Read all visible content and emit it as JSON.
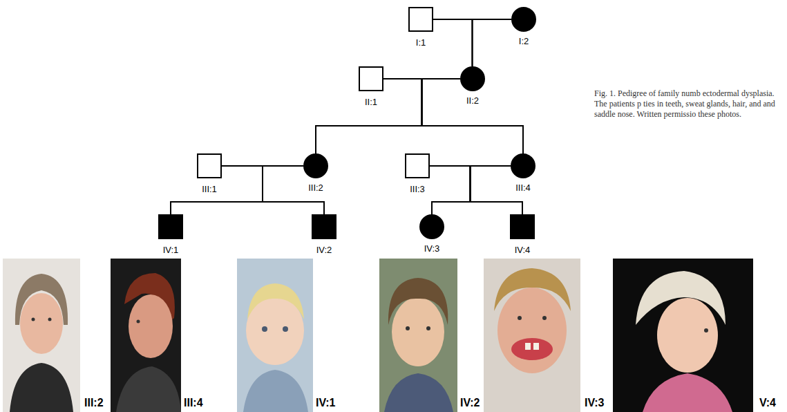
{
  "diagram": {
    "caption": "Fig. 1. Pedigree of family numb ectodermal dysplasia. The patients p ties in teeth, sweat glands, hair, and and saddle nose. Written permissio these photos.",
    "nodes": [
      {
        "text": [
          "I:1"
        ]
      },
      {
        "text": [
          "I:2"
        ]
      },
      {
        "text": [
          "II:1"
        ]
      },
      {
        "text": [
          "II:2"
        ]
      },
      {
        "text": [
          "III:1"
        ]
      },
      {
        "text": [
          "III:2"
        ]
      },
      {
        "text": [
          "III:3"
        ]
      },
      {
        "text": [
          "III:4"
        ]
      },
      {
        "text": [
          "IV:1"
        ]
      },
      {
        "text": [
          "IV:2"
        ]
      },
      {
        "text": [
          "IV:3"
        ]
      },
      {
        "text": [
          "IV:4"
        ]
      }
    ],
    "edges": [
      {
        "from": 0,
        "to": 1,
        "arrow": "none"
      },
      {
        "from": 0,
        "to": 3,
        "arrow": "none"
      },
      {
        "from": 1,
        "to": 3,
        "arrow": "none"
      },
      {
        "from": 2,
        "to": 3,
        "arrow": "none"
      },
      {
        "from": 2,
        "to": 5,
        "arrow": "none"
      },
      {
        "from": 3,
        "to": 5,
        "arrow": "none"
      },
      {
        "from": 2,
        "to": 7,
        "arrow": "none"
      },
      {
        "from": 3,
        "to": 7,
        "arrow": "none"
      },
      {
        "from": 4,
        "to": 5,
        "arrow": "none"
      },
      {
        "from": 4,
        "to": 8,
        "arrow": "none"
      },
      {
        "from": 5,
        "to": 8,
        "arrow": "none"
      },
      {
        "from": 4,
        "to": 9,
        "arrow": "none"
      },
      {
        "from": 5,
        "to": 9,
        "arrow": "none"
      },
      {
        "from": 6,
        "to": 7,
        "arrow": "none"
      },
      {
        "from": 6,
        "to": 10,
        "arrow": "none"
      },
      {
        "from": 7,
        "to": 10,
        "arrow": "none"
      },
      {
        "from": 6,
        "to": 11,
        "arrow": "none"
      },
      {
        "from": 7,
        "to": 11,
        "arrow": "none"
      }
    ],
    "labels": [
      "III:2",
      "III:4",
      "IV:1",
      "IV:2",
      "IV:3",
      "V:4"
    ]
  }
}
